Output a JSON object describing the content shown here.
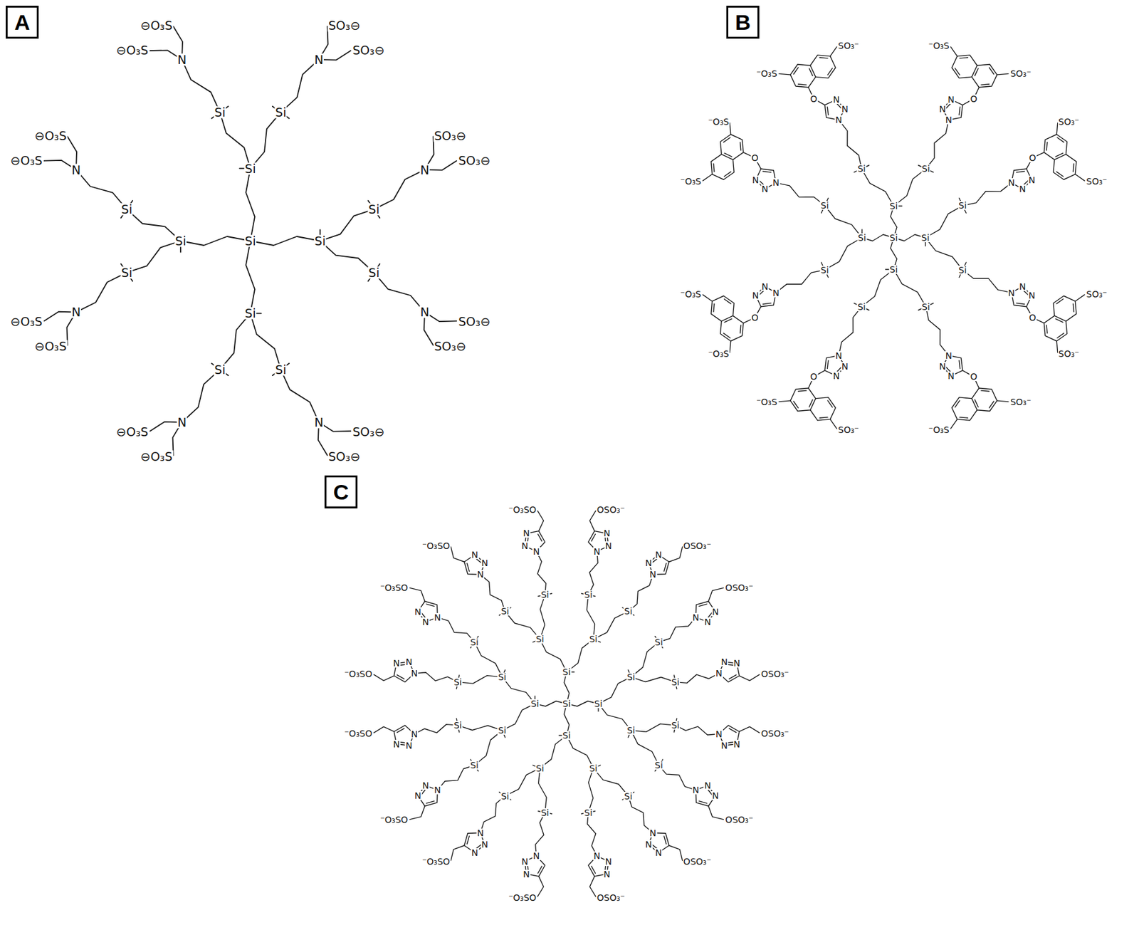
{
  "diagram": {
    "nodes": [
      {
        "text": [
          "A"
        ]
      },
      {
        "text": [
          "B"
        ]
      },
      {
        "text": [
          "C"
        ]
      }
    ],
    "labels": [
      "Si",
      "Si",
      "Si",
      "N",
      "⊖O₃S",
      "⊖O₃S",
      "Si",
      "N",
      "SO₃⊖",
      "SO₃⊖",
      "Si",
      "Si",
      "N",
      "SO₃⊖",
      "SO₃⊖",
      "Si",
      "N",
      "SO₃⊖",
      "SO₃⊖",
      "Si",
      "Si",
      "N",
      "SO₃⊖",
      "SO₃⊖",
      "Si",
      "N",
      "⊖O₃S",
      "⊖O₃S",
      "Si",
      "Si",
      "N",
      "⊖O₃S",
      "⊖O₃S",
      "Si",
      "N",
      "⊖O₃S",
      "⊖O₃S",
      "Si",
      "Si",
      "Si",
      "N",
      "N",
      "N",
      "O",
      "⁻O₃S",
      "SO₃⁻",
      "Si",
      "N",
      "N",
      "N",
      "O",
      "SO₃⁻",
      "⁻O₃S",
      "Si",
      "Si",
      "N",
      "N",
      "N",
      "O",
      "SO₃⁻",
      "SO₃⁻",
      "Si",
      "N",
      "N",
      "N",
      "O",
      "SO₃⁻",
      "SO₃⁻",
      "Si",
      "Si",
      "N",
      "N",
      "N",
      "O",
      "SO₃⁻",
      "⁻O₃S",
      "Si",
      "N",
      "N",
      "N",
      "O",
      "⁻O₃S",
      "SO₃⁻",
      "Si",
      "Si",
      "N",
      "N",
      "N",
      "O",
      "⁻O₃S",
      "⁻O₃S",
      "Si",
      "N",
      "N",
      "N",
      "O",
      "⁻O₃S",
      "⁻O₃S",
      "Si",
      "Si",
      "Si",
      "Si",
      "N",
      "N",
      "N",
      "⁻O₃SO",
      "Si",
      "N",
      "N",
      "N",
      "⁻O₃SO",
      "Si",
      "Si",
      "N",
      "N",
      "N",
      "OSO₃⁻",
      "Si",
      "N",
      "N",
      "N",
      "OSO₃⁻",
      "Si",
      "Si",
      "Si",
      "N",
      "N",
      "N",
      "OSO₃⁻",
      "Si",
      "N",
      "N",
      "N",
      "OSO₃⁻",
      "Si",
      "Si",
      "N",
      "N",
      "N",
      "OSO₃⁻",
      "Si",
      "N",
      "N",
      "N",
      "OSO₃⁻",
      "Si",
      "Si",
      "Si",
      "N",
      "N",
      "N",
      "OSO₃⁻",
      "Si",
      "N",
      "N",
      "N",
      "OSO₃⁻",
      "Si",
      "Si",
      "N",
      "N",
      "N",
      "⁻O₃SO",
      "Si",
      "N",
      "N",
      "N",
      "⁻O₃SO",
      "Si",
      "Si",
      "Si",
      "N",
      "N",
      "N",
      "⁻O₃SO",
      "Si",
      "N",
      "N",
      "N",
      "⁻O₃SO",
      "Si",
      "Si",
      "N",
      "N",
      "N",
      "⁻O₃SO",
      "Si",
      "N",
      "N",
      "N",
      "⁻O₃SO"
    ]
  }
}
